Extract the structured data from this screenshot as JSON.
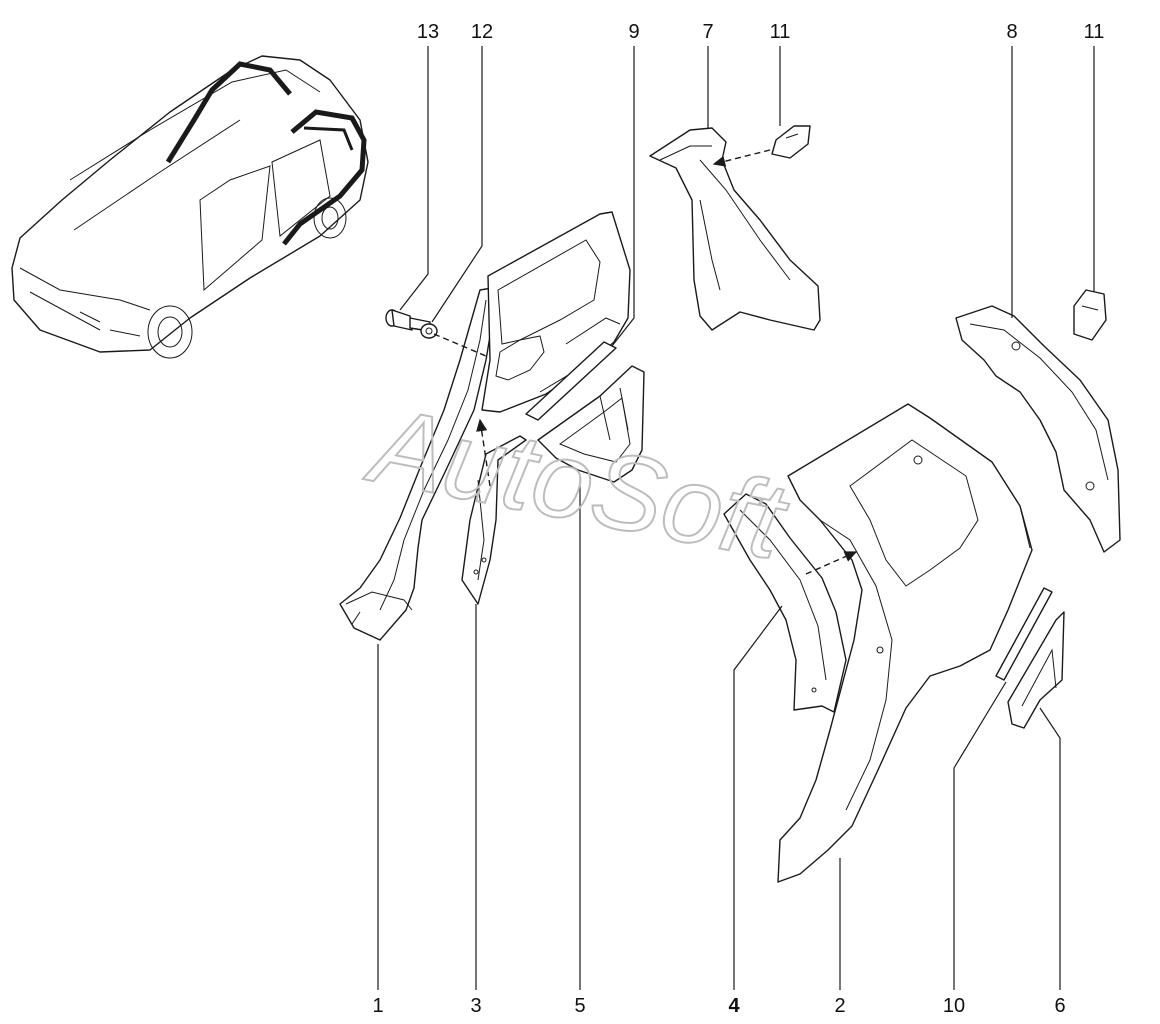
{
  "watermark": "AutoSoft",
  "callouts": {
    "c1": "1",
    "c2": "2",
    "c3": "3",
    "c4": "4",
    "c5": "5",
    "c6": "6",
    "c7": "7",
    "c8": "8",
    "c9": "9",
    "c10": "10",
    "c11a": "11",
    "c11b": "11",
    "c12": "12",
    "c13": "13"
  }
}
